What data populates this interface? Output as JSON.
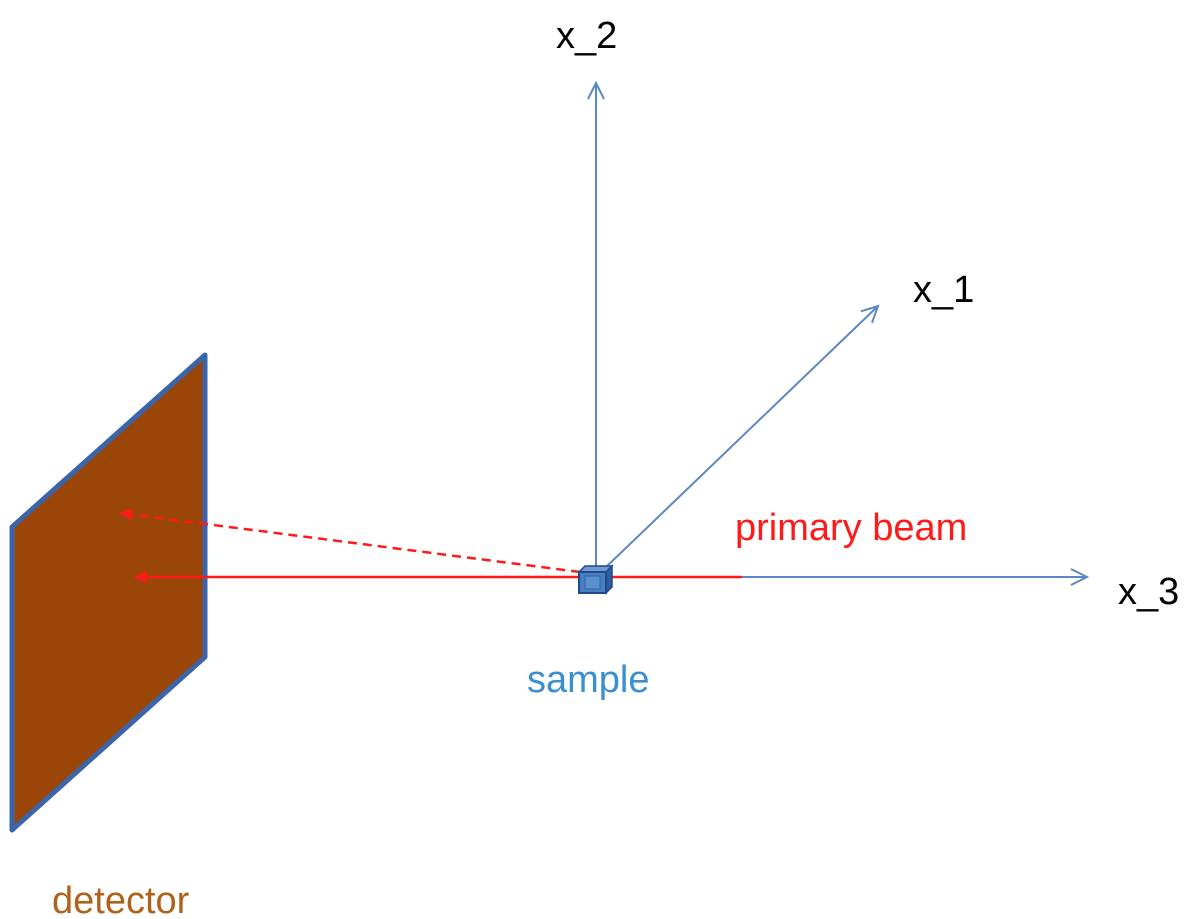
{
  "axes": {
    "x2_label": "x_2",
    "x1_label": "x_1",
    "x3_label": "x_3"
  },
  "labels": {
    "primary_beam": "primary beam",
    "sample": "sample",
    "detector": "detector"
  },
  "colors": {
    "axis": "#5b87c5",
    "beam": "#ff1a1a",
    "detector_fill": "#9a4608",
    "detector_edge": "#3c64a8",
    "sample_fill": "#4a7ec0",
    "sample_edge": "#1f4a8a",
    "text_axis": "#000000",
    "text_beam": "#ff1a1a",
    "text_sample": "#3a8fd0",
    "text_detector": "#b0621c"
  }
}
